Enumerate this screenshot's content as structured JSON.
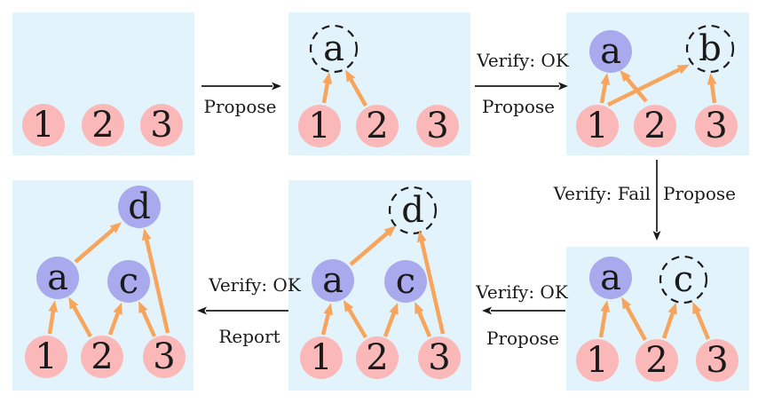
{
  "colors": {
    "panel_background": "#e3f3fb",
    "base_node_fill": "#fbb8b8",
    "concept_node_fill": "#a9a9ee",
    "proposed_node_outline": "#1a1a1a",
    "edge_arrow": "#f7a55c",
    "flow_arrow": "#1a1a1a"
  },
  "panels": [
    {
      "name": "initial",
      "nodes": {
        "b1": "1",
        "b2": "2",
        "b3": "3"
      },
      "edges": []
    },
    {
      "name": "propose-a",
      "nodes": {
        "a": "a",
        "b1": "1",
        "b2": "2",
        "b3": "3"
      },
      "proposed_node": "a",
      "edges": [
        "1→a",
        "2→a"
      ]
    },
    {
      "name": "verify-a-propose-b",
      "nodes": {
        "a": "a",
        "b": "b",
        "b1": "1",
        "b2": "2",
        "b3": "3"
      },
      "proposed_node": "b",
      "edges": [
        "1→a",
        "2→a",
        "1→b",
        "3→b"
      ]
    },
    {
      "name": "propose-c",
      "nodes": {
        "a": "a",
        "c": "c",
        "b1": "1",
        "b2": "2",
        "b3": "3"
      },
      "proposed_node": "c",
      "edges": [
        "1→a",
        "2→a",
        "2→c",
        "3→c"
      ]
    },
    {
      "name": "propose-d",
      "nodes": {
        "d": "d",
        "a": "a",
        "c": "c",
        "b1": "1",
        "b2": "2",
        "b3": "3"
      },
      "proposed_node": "d",
      "edges": [
        "1→a",
        "2→a",
        "2→c",
        "3→c",
        "a→d",
        "3→d"
      ]
    },
    {
      "name": "final",
      "nodes": {
        "d": "d",
        "a": "a",
        "c": "c",
        "b1": "1",
        "b2": "2",
        "b3": "3"
      },
      "edges": [
        "1→a",
        "2→a",
        "2→c",
        "3→c",
        "a→d",
        "3→d"
      ]
    }
  ],
  "transitions": [
    {
      "name": "propose-1",
      "direction": "right",
      "below": "Propose"
    },
    {
      "name": "verify-ok-propose-2",
      "direction": "right",
      "above": "Verify: OK",
      "below": "Propose"
    },
    {
      "name": "verify-fail-propose-3",
      "direction": "down",
      "left": "Verify: Fail",
      "right": "Propose"
    },
    {
      "name": "verify-ok-propose-4",
      "direction": "left",
      "above": "Verify: OK",
      "below": "Propose"
    },
    {
      "name": "verify-ok-report-5",
      "direction": "left",
      "above": "Verify: OK",
      "below": "Report"
    }
  ]
}
